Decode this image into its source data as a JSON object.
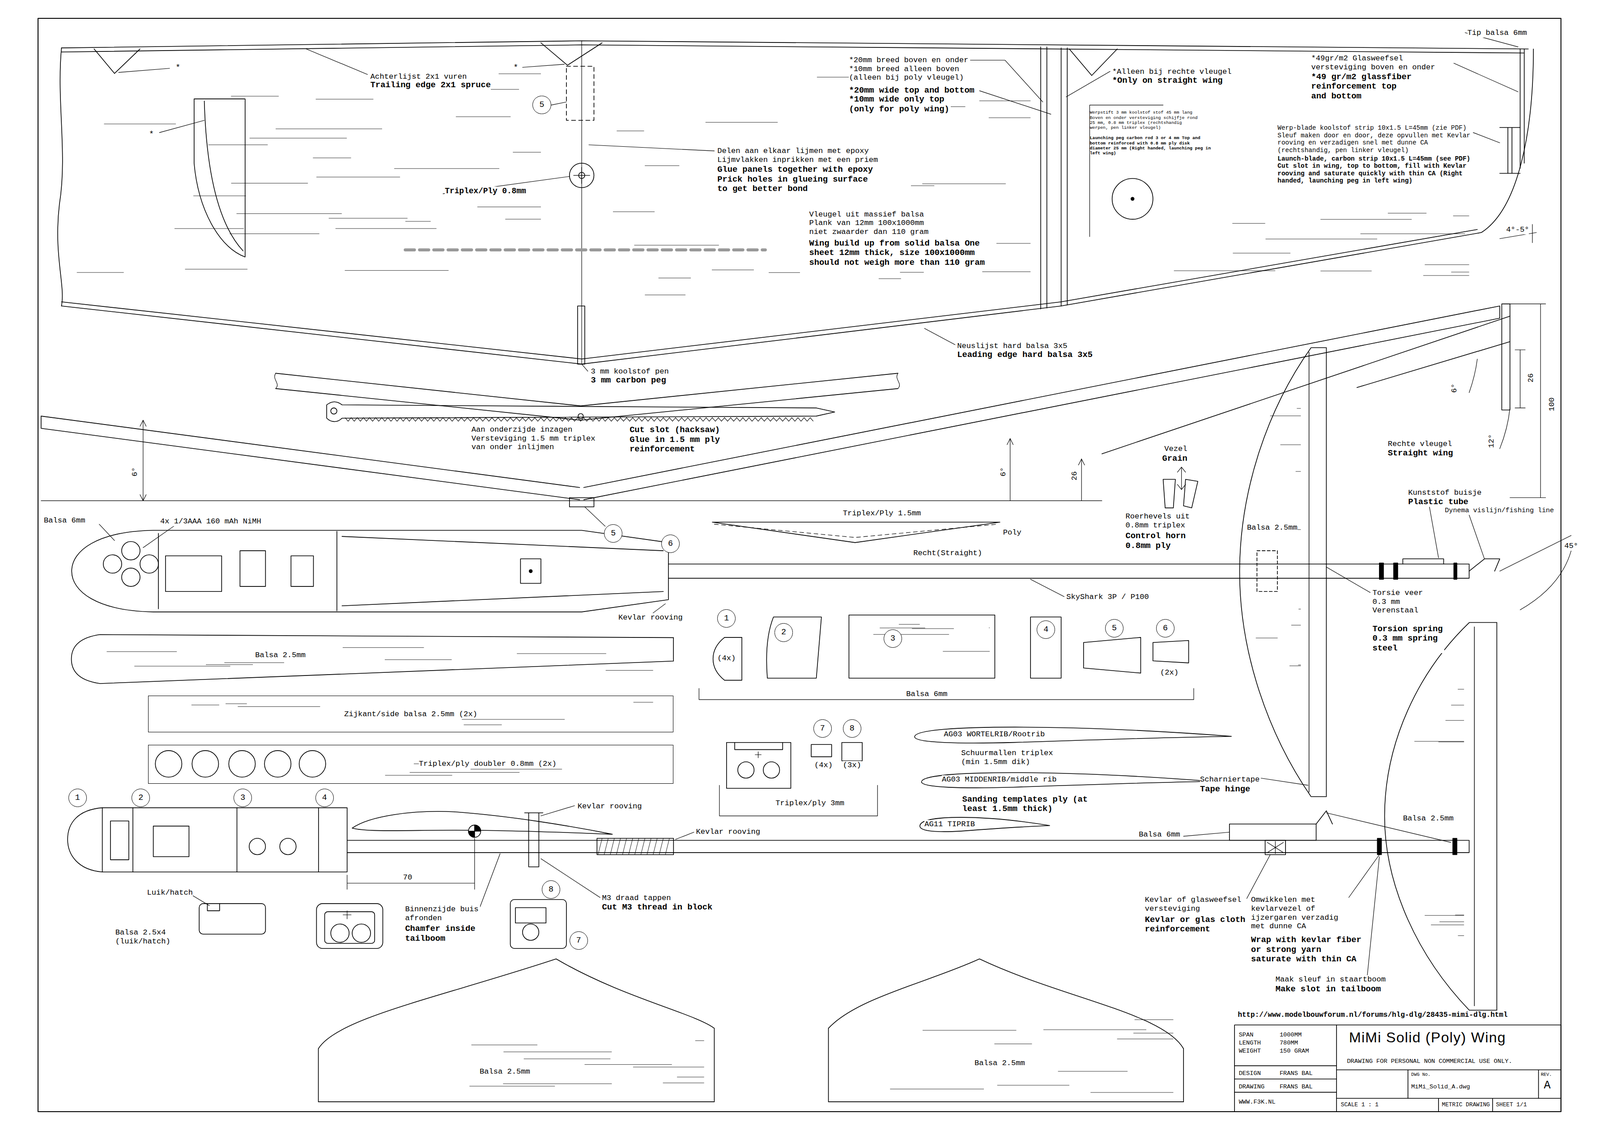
{
  "diagram": {
    "title": "MiMi Solid (Poly) Wing",
    "nodes": [
      {
        "text": [
          "5"
        ]
      },
      {
        "text": [
          "5"
        ]
      },
      {
        "text": [
          "6"
        ]
      },
      {
        "text": [
          "Balsa 2.5mm"
        ]
      },
      {
        "text": [
          "Zijkant/side balsa 2.5mm (2x)"
        ]
      },
      {
        "text": [
          "Triplex/ply doubler 0.8mm (2x)"
        ]
      },
      {
        "text": [
          "1"
        ]
      },
      {
        "text": [
          "2"
        ]
      },
      {
        "text": [
          "3"
        ]
      },
      {
        "text": [
          "4"
        ]
      },
      {
        "text": [
          "5"
        ]
      },
      {
        "text": [
          "6"
        ]
      },
      {
        "text": [
          "7"
        ]
      },
      {
        "text": [
          "8"
        ]
      },
      {
        "text": [
          "AG03 WORTELRIB/Rootrib"
        ]
      },
      {
        "text": [
          "AG03 MIDDENRIB/middle rib"
        ]
      },
      {
        "text": [
          "AG11 TIPRIB"
        ]
      },
      {
        "text": [
          "1"
        ]
      },
      {
        "text": [
          "2"
        ]
      },
      {
        "text": [
          "3"
        ]
      },
      {
        "text": [
          "4"
        ]
      },
      {
        "text": [
          "8"
        ]
      },
      {
        "text": [
          "7"
        ]
      },
      {
        "text": [
          "Balsa 2.5mm"
        ]
      },
      {
        "text": [
          "Balsa 2.5mm"
        ]
      },
      {
        "text": [
          "Balsa 2.5mm"
        ]
      },
      {
        "text": [
          "Balsa 2.5mm"
        ]
      }
    ],
    "labels": [
      "*",
      "*",
      "*",
      "Achterlijst 2x1 vuren",
      "Trailing edge 2x1 spruce",
      "Delen aan elkaar lijmen met epoxy Lijmvlakken inprikken met een priem",
      "Glue panels together with epoxy Prick holes in glueing surface to get better bond",
      "Triplex/Ply 0.8mm",
      "*20mm breed boven en onder",
      "*10mm breed alleen boven (alleen bij poly vleugel)",
      "*20mm wide top and bottom",
      "*10mm wide only top (only for poly wing)",
      "*Alleen bij rechte vleugel",
      "*Only on straight wing",
      "*49gr/m2 Glasweefsel versteviging boven en onder",
      "*49 gr/m2 glassfiber reinforcement top and bottom",
      "Tip balsa 6mm",
      "Werpstift 3 mm koolstof stof 45 mm lang Boven en onder versteviging schijfje rond 25 mm, 0.8 mm triplex (rechtshandig werpen, pen linker vleugel)",
      "Launching peg carbon rod 3 or 4 mm Top and bottom reinforced with 0.8 mm ply disk diameter 25 mm (Right handed, launching peg in left wing)",
      "Werp-blade koolstof strip 10x1.5 L=45mm (zie PDF) Sleuf maken door en door, deze opvullen met Kevlar rooving en verzadigen snel met dunne CA (rechtshandig, pen linker vleugel)",
      "Launch-blade, carbon strip 10x1.5 L=45mm (see PDF) Cut slot in wing, top to bottom, fill with Kevlar rooving and saturate quickly with thin CA (Right handed, launching peg in left wing)",
      "Vleugel uit massief balsa Plank van 12mm 100x1000mm niet zwaarder dan 110 gram",
      "Wing build up from solid balsa One sheet 12mm thick, size 100x1000mm should not weigh more than 110 gram",
      "4°-5°",
      "3 mm koolstof pen",
      "3 mm carbon peg",
      "Neuslijst hard balsa 3x5",
      "Leading edge hard balsa 3x5",
      "Aan onderzijde inzagen Versteviging 1.5 mm triplex van onder inlijmen",
      "Cut slot (hacksaw) Glue in 1.5 mm ply reinforcement",
      "6°",
      "6°",
      "26",
      "Triplex/Ply 1.5mm",
      "Poly",
      "Recht(Straight)",
      "Vezel",
      "Grain",
      "Roerhevels uit 0.8mm triplex",
      "Control horn 0.8mm ply",
      "6°",
      "26",
      "100",
      "12°",
      "Rechte vleugel",
      "Straight wing",
      "Kunststof buisje",
      "Plastic tube",
      "Dynema vislijn/fishing line",
      "45°",
      "Balsa 6mm",
      "4x 1/3AAA 160 mAh NiMH",
      "Kevlar rooving",
      "SkyShark 3P / P100",
      "Torsie veer 0.3 mm Verenstaal",
      "Torsion spring 0.3 mm spring steel",
      "(4x)",
      "(2x)",
      "Balsa 6mm",
      "(4x)",
      "(3x)",
      "Triplex/ply 3mm",
      "Schuurmallen triplex (min 1.5mm dik)",
      "Sanding templates ply (at least 1.5mm thick)",
      "Scharniertape",
      "Tape hinge",
      "Kevlar rooving",
      "Kevlar rooving",
      "Balsa 6mm",
      "Luik/hatch",
      "70",
      "M3 draad tappen",
      "Cut M3 thread in block",
      "Balsa 2.5x4 (luik/hatch)",
      "Binnenzijde buis afronden",
      "Chamfer inside tailboom",
      "Kevlar of glasweefsel versteviging",
      "Kevlar or glas cloth reinforcement",
      "Omwikkelen met kevlarvezel of ijzergaren verzadig met dunne CA",
      "Wrap with kevlar fiber or strong yarn saturate with thin CA",
      "Maak sleuf in staartboom",
      "Make slot in tailboom",
      "http://www.modelbouwforum.nl/forums/hlg-dlg/28435-mimi-dlg.html",
      "SPAN",
      "1000MM",
      "LENGTH",
      "780MM",
      "WEIGHT",
      "150 GRAM",
      "DESIGN",
      "FRANS BAL",
      "DRAWING",
      "FRANS BAL",
      "WWW.F3K.NL",
      "DRAWING FOR PERSONAL NON COMMERCIAL USE ONLY.",
      "DWG No.",
      "MiMi_Solid_A.dwg",
      "REV.",
      "A",
      "SCALE 1 : 1",
      "METRIC DRAWING",
      "SHEET 1/1"
    ]
  }
}
